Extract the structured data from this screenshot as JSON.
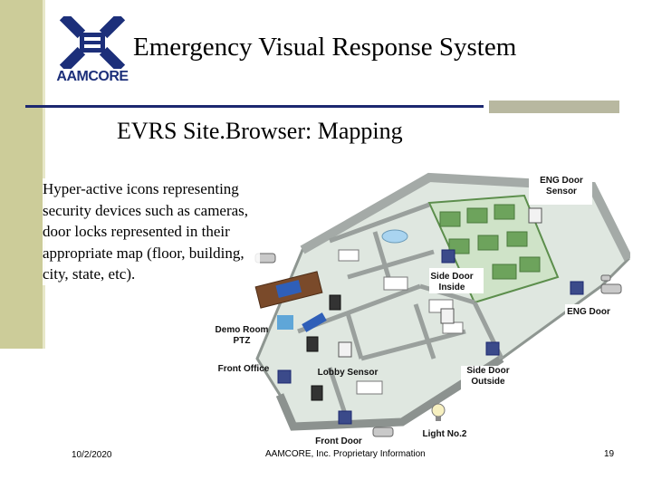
{
  "slide": {
    "title": "Emergency Visual Response System",
    "subtitle": "EVRS Site.Browser: Mapping",
    "body": "Hyper-active icons representing security devices such as cameras, door locks represented in their appropriate map (floor, building, city, state, etc).",
    "logo_text": "AAMCORE"
  },
  "map_labels": {
    "eng_door_sensor_1": "ENG Door",
    "eng_door_sensor_2": "Sensor",
    "side_door_inside_1": "Side Door",
    "side_door_inside_2": "Inside",
    "eng_door": "ENG Door",
    "demo_room_1": "Demo Room",
    "demo_room_2": "PTZ",
    "front_office": "Front Office",
    "lobby_sensor": "Lobby Sensor",
    "side_door_outside_1": "Side Door",
    "side_door_outside_2": "Outside",
    "light": "Light No.2",
    "front_door": "Front Door"
  },
  "footer": {
    "date": "10/2/2020",
    "copyright": "AAMCORE, Inc. Proprietary Information",
    "page": "19"
  },
  "colors": {
    "sidebar": "#cccc99",
    "rule": "#1c2870",
    "logo_blue": "#1c2f7a",
    "floor": "#dfe7e0",
    "partition_green": "#6da35c",
    "wall": "#9aa09d"
  },
  "icons": [
    "logo-mark-icon",
    "camera-icon",
    "door-sensor-icon",
    "door-lock-icon",
    "light-bulb-icon",
    "ptz-camera-icon"
  ]
}
